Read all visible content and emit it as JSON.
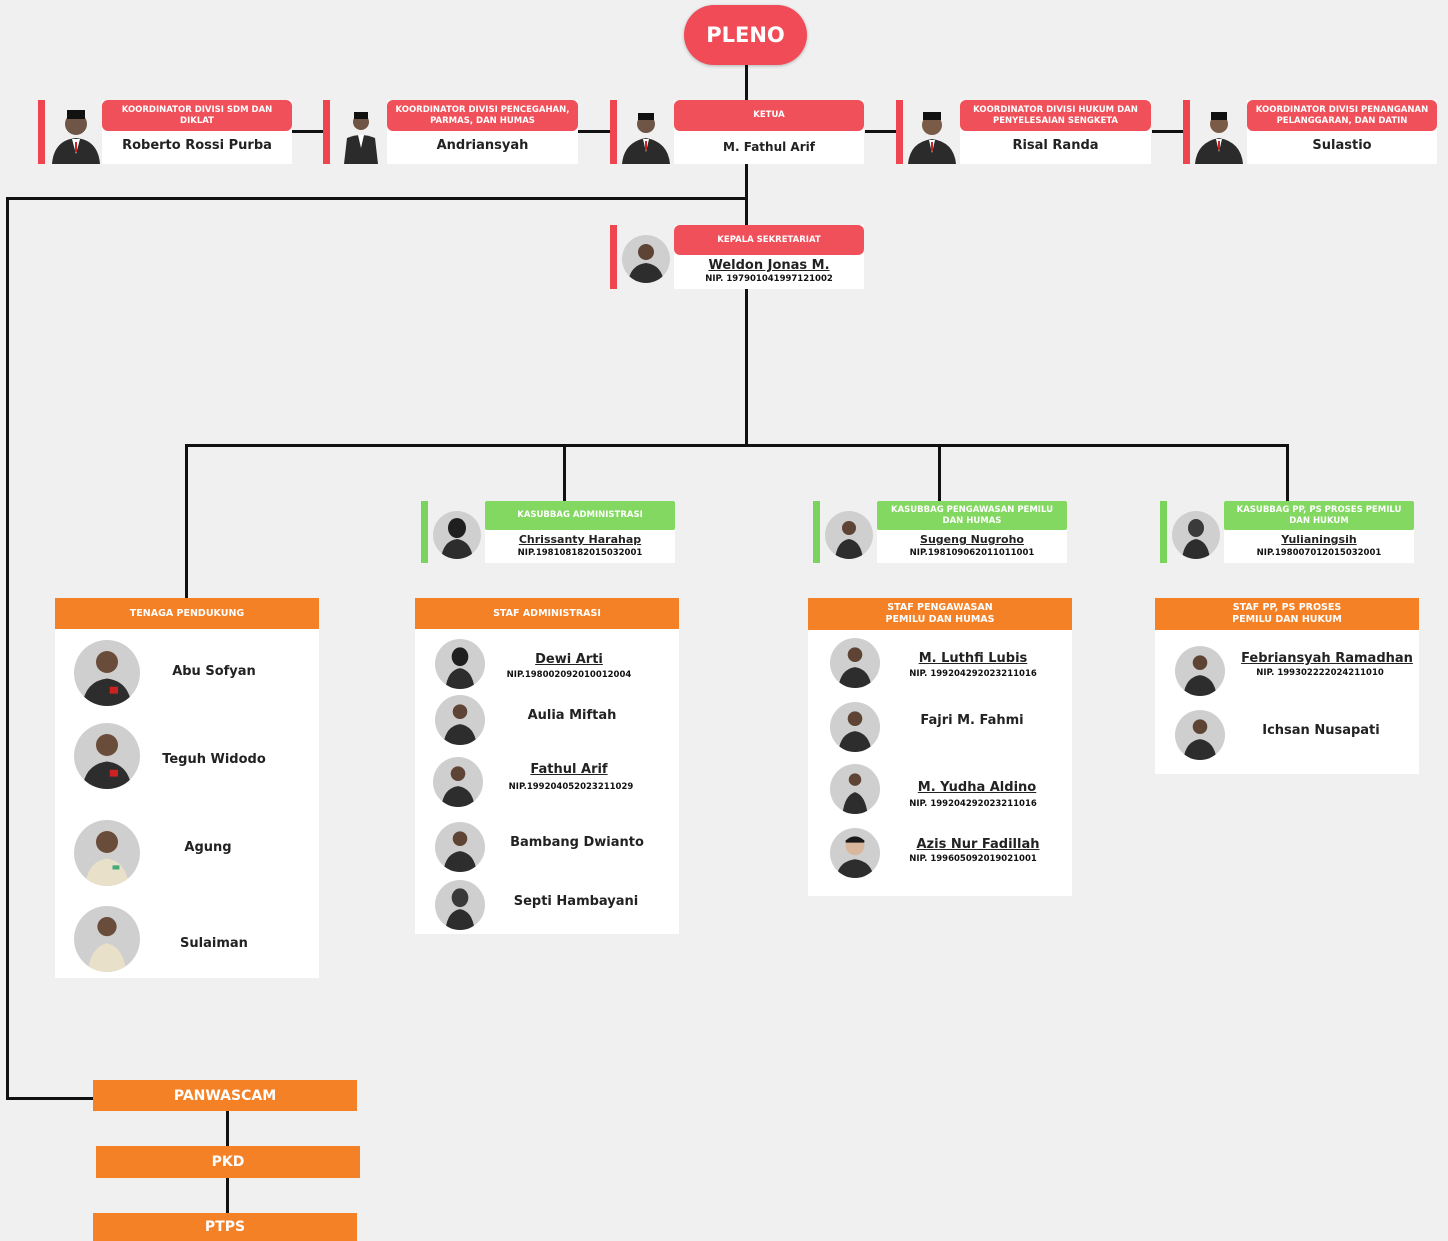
{
  "pleno": "PLENO",
  "top_row": [
    {
      "role": "KOORDINATOR DIVISI SDM DAN DIKLAT",
      "name": "Roberto Rossi Purba"
    },
    {
      "role": "KOORDINATOR DIVISI PENCEGAHAN, PARMAS, DAN HUMAS",
      "name": "Andriansyah"
    },
    {
      "role": "KETUA",
      "name": "M. Fathul Arif"
    },
    {
      "role": "KOORDINATOR DIVISI HUKUM DAN PENYELESAIAN SENGKETA",
      "name": "Risal Randa"
    },
    {
      "role": "KOORDINATOR DIVISI PENANGANAN PELANGGARAN, DAN DATIN",
      "name": "Sulastio"
    }
  ],
  "kepala": {
    "role": "KEPALA SEKRETARIAT",
    "name": "Weldon Jonas M.",
    "nip": "NIP. 197901041997121002"
  },
  "kasubbag": [
    {
      "role": "KASUBBAG ADMINISTRASI",
      "name": "Chrissanty Harahap",
      "nip": "NIP.198108182015032001"
    },
    {
      "role": "KASUBBAG PENGAWASAN PEMILU DAN HUMAS",
      "name": "Sugeng Nugroho",
      "nip": "NIP.198109062011011001"
    },
    {
      "role": "KASUBBAG PP, PS PROSES PEMILU DAN HUKUM",
      "name": "Yulianingsih",
      "nip": "NIP.198007012015032001"
    }
  ],
  "panels": [
    {
      "title": "TENAGA PENDUKUNG",
      "members": [
        {
          "name": "Abu Sofyan"
        },
        {
          "name": "Teguh Widodo"
        },
        {
          "name": "Agung"
        },
        {
          "name": "Sulaiman"
        }
      ]
    },
    {
      "title": "STAF ADMINISTRASI",
      "members": [
        {
          "name": "Dewi Arti",
          "nip": "NIP.198002092010012004"
        },
        {
          "name": "Aulia Miftah"
        },
        {
          "name": "Fathul Arif",
          "nip": "NIP.199204052023211029"
        },
        {
          "name": "Bambang Dwianto"
        },
        {
          "name": "Septi Hambayani"
        }
      ]
    },
    {
      "title": "STAF PENGAWASAN PEMILU DAN HUMAS",
      "members": [
        {
          "name": "M. Luthfi Lubis",
          "nip": "NIP. 199204292023211016"
        },
        {
          "name": "Fajri M. Fahmi"
        },
        {
          "name": "M. Yudha Aldino",
          "nip": "NIP. 199204292023211016"
        },
        {
          "name": "Azis Nur Fadillah",
          "nip": "NIP. 199605092019021001"
        }
      ]
    },
    {
      "title": "STAF PP, PS PROSES PEMILU DAN HUKUM",
      "members": [
        {
          "name": "Febriansyah Ramadhan",
          "nip": "NIP. 199302222024211010"
        },
        {
          "name": "Ichsan Nusapati"
        }
      ]
    }
  ],
  "bottom": [
    "PANWASCAM",
    "PKD",
    "PTPS"
  ],
  "colors": {
    "red": "#f0505a",
    "green": "#82d860",
    "orange": "#f58126",
    "line": "#111111"
  }
}
